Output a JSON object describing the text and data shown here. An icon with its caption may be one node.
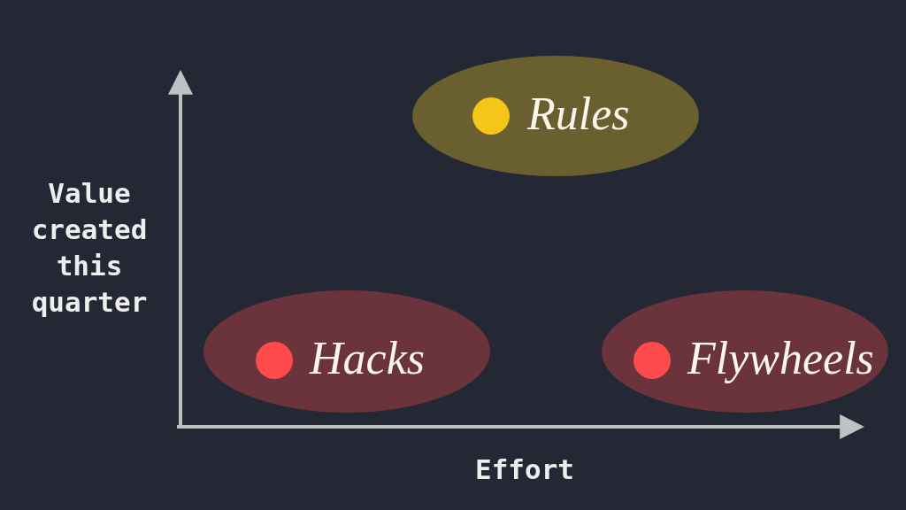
{
  "diagram": {
    "nodes": [
      {
        "text": [
          "Rules"
        ]
      },
      {
        "text": [
          "Hacks"
        ]
      },
      {
        "text": [
          "Flywheels"
        ]
      }
    ],
    "edges": [],
    "labels": [
      "Value created this quarter",
      "Effort"
    ]
  }
}
